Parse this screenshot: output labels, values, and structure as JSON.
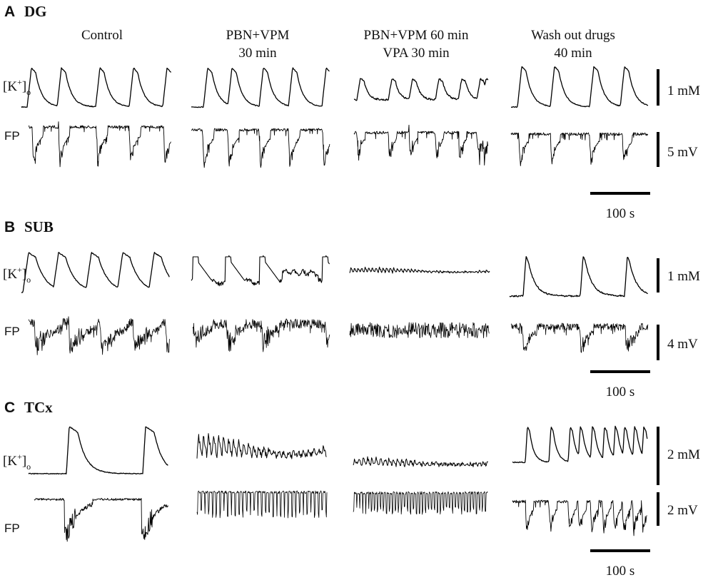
{
  "columns": [
    {
      "line1": "Control",
      "line2": ""
    },
    {
      "line1": "PBN+VPM",
      "line2": "30 min"
    },
    {
      "line1": "PBN+VPM 60 min",
      "line2": "VPA 30 min"
    },
    {
      "line1": "Wash out drugs",
      "line2": "40 min"
    }
  ],
  "panels": [
    {
      "letter": "A",
      "region": "DG",
      "k_label_main": "[K",
      "k_label_sup": "+",
      "k_label_sub": "o",
      "k_label_close": "]",
      "fp_label": "FP",
      "k_scale": "1 mM",
      "fp_scale": "5 mV",
      "time_scale": "100 s"
    },
    {
      "letter": "B",
      "region": "SUB",
      "k_label_main": "[K",
      "k_label_sup": "+",
      "k_label_sub": "o",
      "k_label_close": "]",
      "fp_label": "FP",
      "k_scale": "1 mM",
      "fp_scale": "4 mV",
      "time_scale": "100 s"
    },
    {
      "letter": "C",
      "region": "TCx",
      "k_label_main": "[K",
      "k_label_sup": "+",
      "k_label_sub": "o",
      "k_label_close": "]",
      "fp_label": "FP",
      "k_scale": "2 mM",
      "fp_scale": "2 mV",
      "time_scale": "100 s"
    }
  ]
}
